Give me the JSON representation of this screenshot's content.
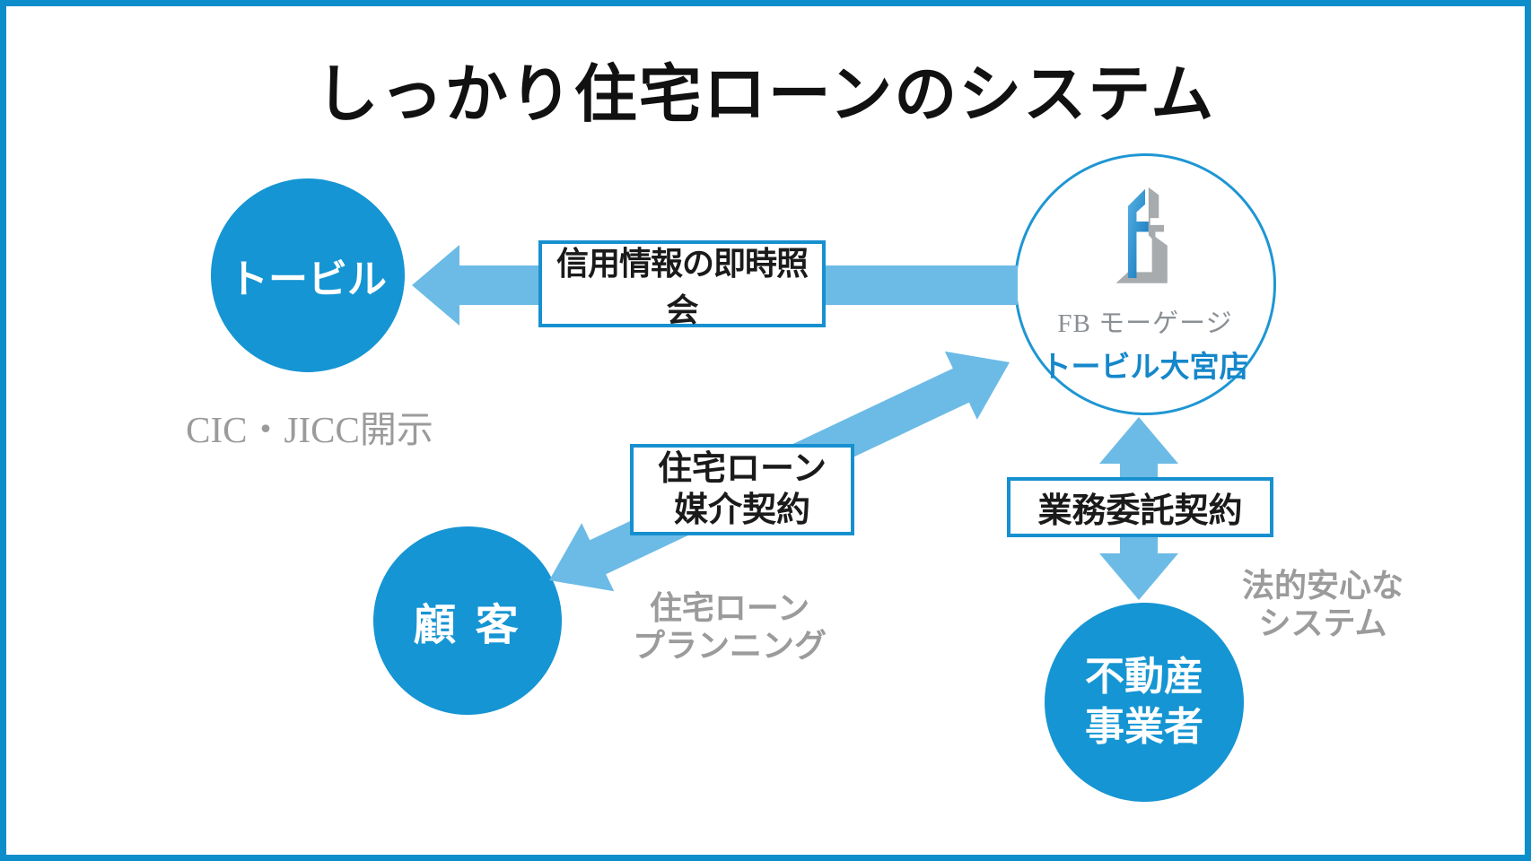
{
  "title": "しっかり住宅ローンのシステム",
  "colors": {
    "frame": "#0d8ecb",
    "circle_fill": "#1595d3",
    "arrow": "#6cbbe6",
    "box_border": "#1790cf",
    "gray_text": "#9b9b9b",
    "store_text": "#1587ca",
    "logo_blue_top": "#56b1e4",
    "logo_blue_bottom": "#1173b8",
    "logo_gray": "#a8abae"
  },
  "nodes": {
    "tobiru": {
      "label": "トービル"
    },
    "kokyaku": {
      "label": "顧 客"
    },
    "fudosan": {
      "line1": "不動産",
      "line2": "事業者"
    },
    "fb": {
      "company": "FB モーゲージ",
      "store": "トービル大宮店"
    }
  },
  "labels": {
    "credit_check": "信用情報の即時照会",
    "broker_line1": "住宅ローン",
    "broker_line2": "媒介契約",
    "outsourcing": "業務委託契約"
  },
  "notes": {
    "cic": "CIC・JICC開示",
    "plan_line1": "住宅ローン",
    "plan_line2": "プランニング",
    "legal_line1": "法的安心な",
    "legal_line2": "システム"
  }
}
